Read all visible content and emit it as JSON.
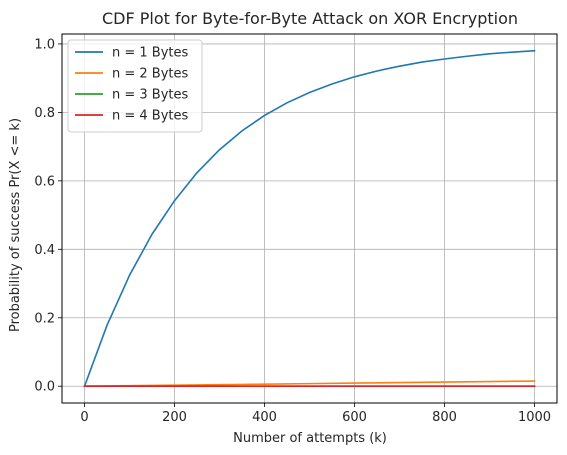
{
  "chart_data": {
    "type": "line",
    "title": "CDF Plot for Byte-for-Byte Attack on XOR Encryption",
    "xlabel": "Number of attempts (k)",
    "ylabel": "Probability of success Pr(X <= k)",
    "xlim": [
      -50,
      1050
    ],
    "ylim": [
      -0.049,
      1.029
    ],
    "xticks": [
      0,
      200,
      400,
      600,
      800,
      1000
    ],
    "xtick_labels": [
      "0",
      "200",
      "400",
      "600",
      "800",
      "1000"
    ],
    "yticks": [
      0.0,
      0.2,
      0.4,
      0.6,
      0.8,
      1.0
    ],
    "ytick_labels": [
      "0.0",
      "0.2",
      "0.4",
      "0.6",
      "0.8",
      "1.0"
    ],
    "grid": true,
    "legend_position": "top-left",
    "series": [
      {
        "name": "n = 1 Bytes",
        "color": "#1f77b4",
        "x": [
          0,
          50,
          100,
          150,
          200,
          250,
          300,
          350,
          400,
          450,
          500,
          550,
          600,
          650,
          700,
          750,
          800,
          850,
          900,
          950,
          1000
        ],
        "y": [
          0.0,
          0.178,
          0.324,
          0.444,
          0.542,
          0.624,
          0.691,
          0.746,
          0.791,
          0.828,
          0.858,
          0.883,
          0.904,
          0.921,
          0.935,
          0.947,
          0.956,
          0.964,
          0.971,
          0.976,
          0.98
        ]
      },
      {
        "name": "n = 2 Bytes",
        "color": "#ff7f0e",
        "x": [
          0,
          100,
          200,
          300,
          400,
          500,
          600,
          700,
          800,
          900,
          1000
        ],
        "y": [
          0.0,
          0.0015,
          0.0031,
          0.0046,
          0.0061,
          0.0076,
          0.0091,
          0.0106,
          0.0121,
          0.0136,
          0.0151
        ]
      },
      {
        "name": "n = 3 Bytes",
        "color": "#2ca02c",
        "x": [
          0,
          1000
        ],
        "y": [
          0.0,
          6e-05
        ]
      },
      {
        "name": "n = 4 Bytes",
        "color": "#d62728",
        "x": [
          0,
          1000
        ],
        "y": [
          0.0,
          2e-07
        ]
      }
    ]
  }
}
